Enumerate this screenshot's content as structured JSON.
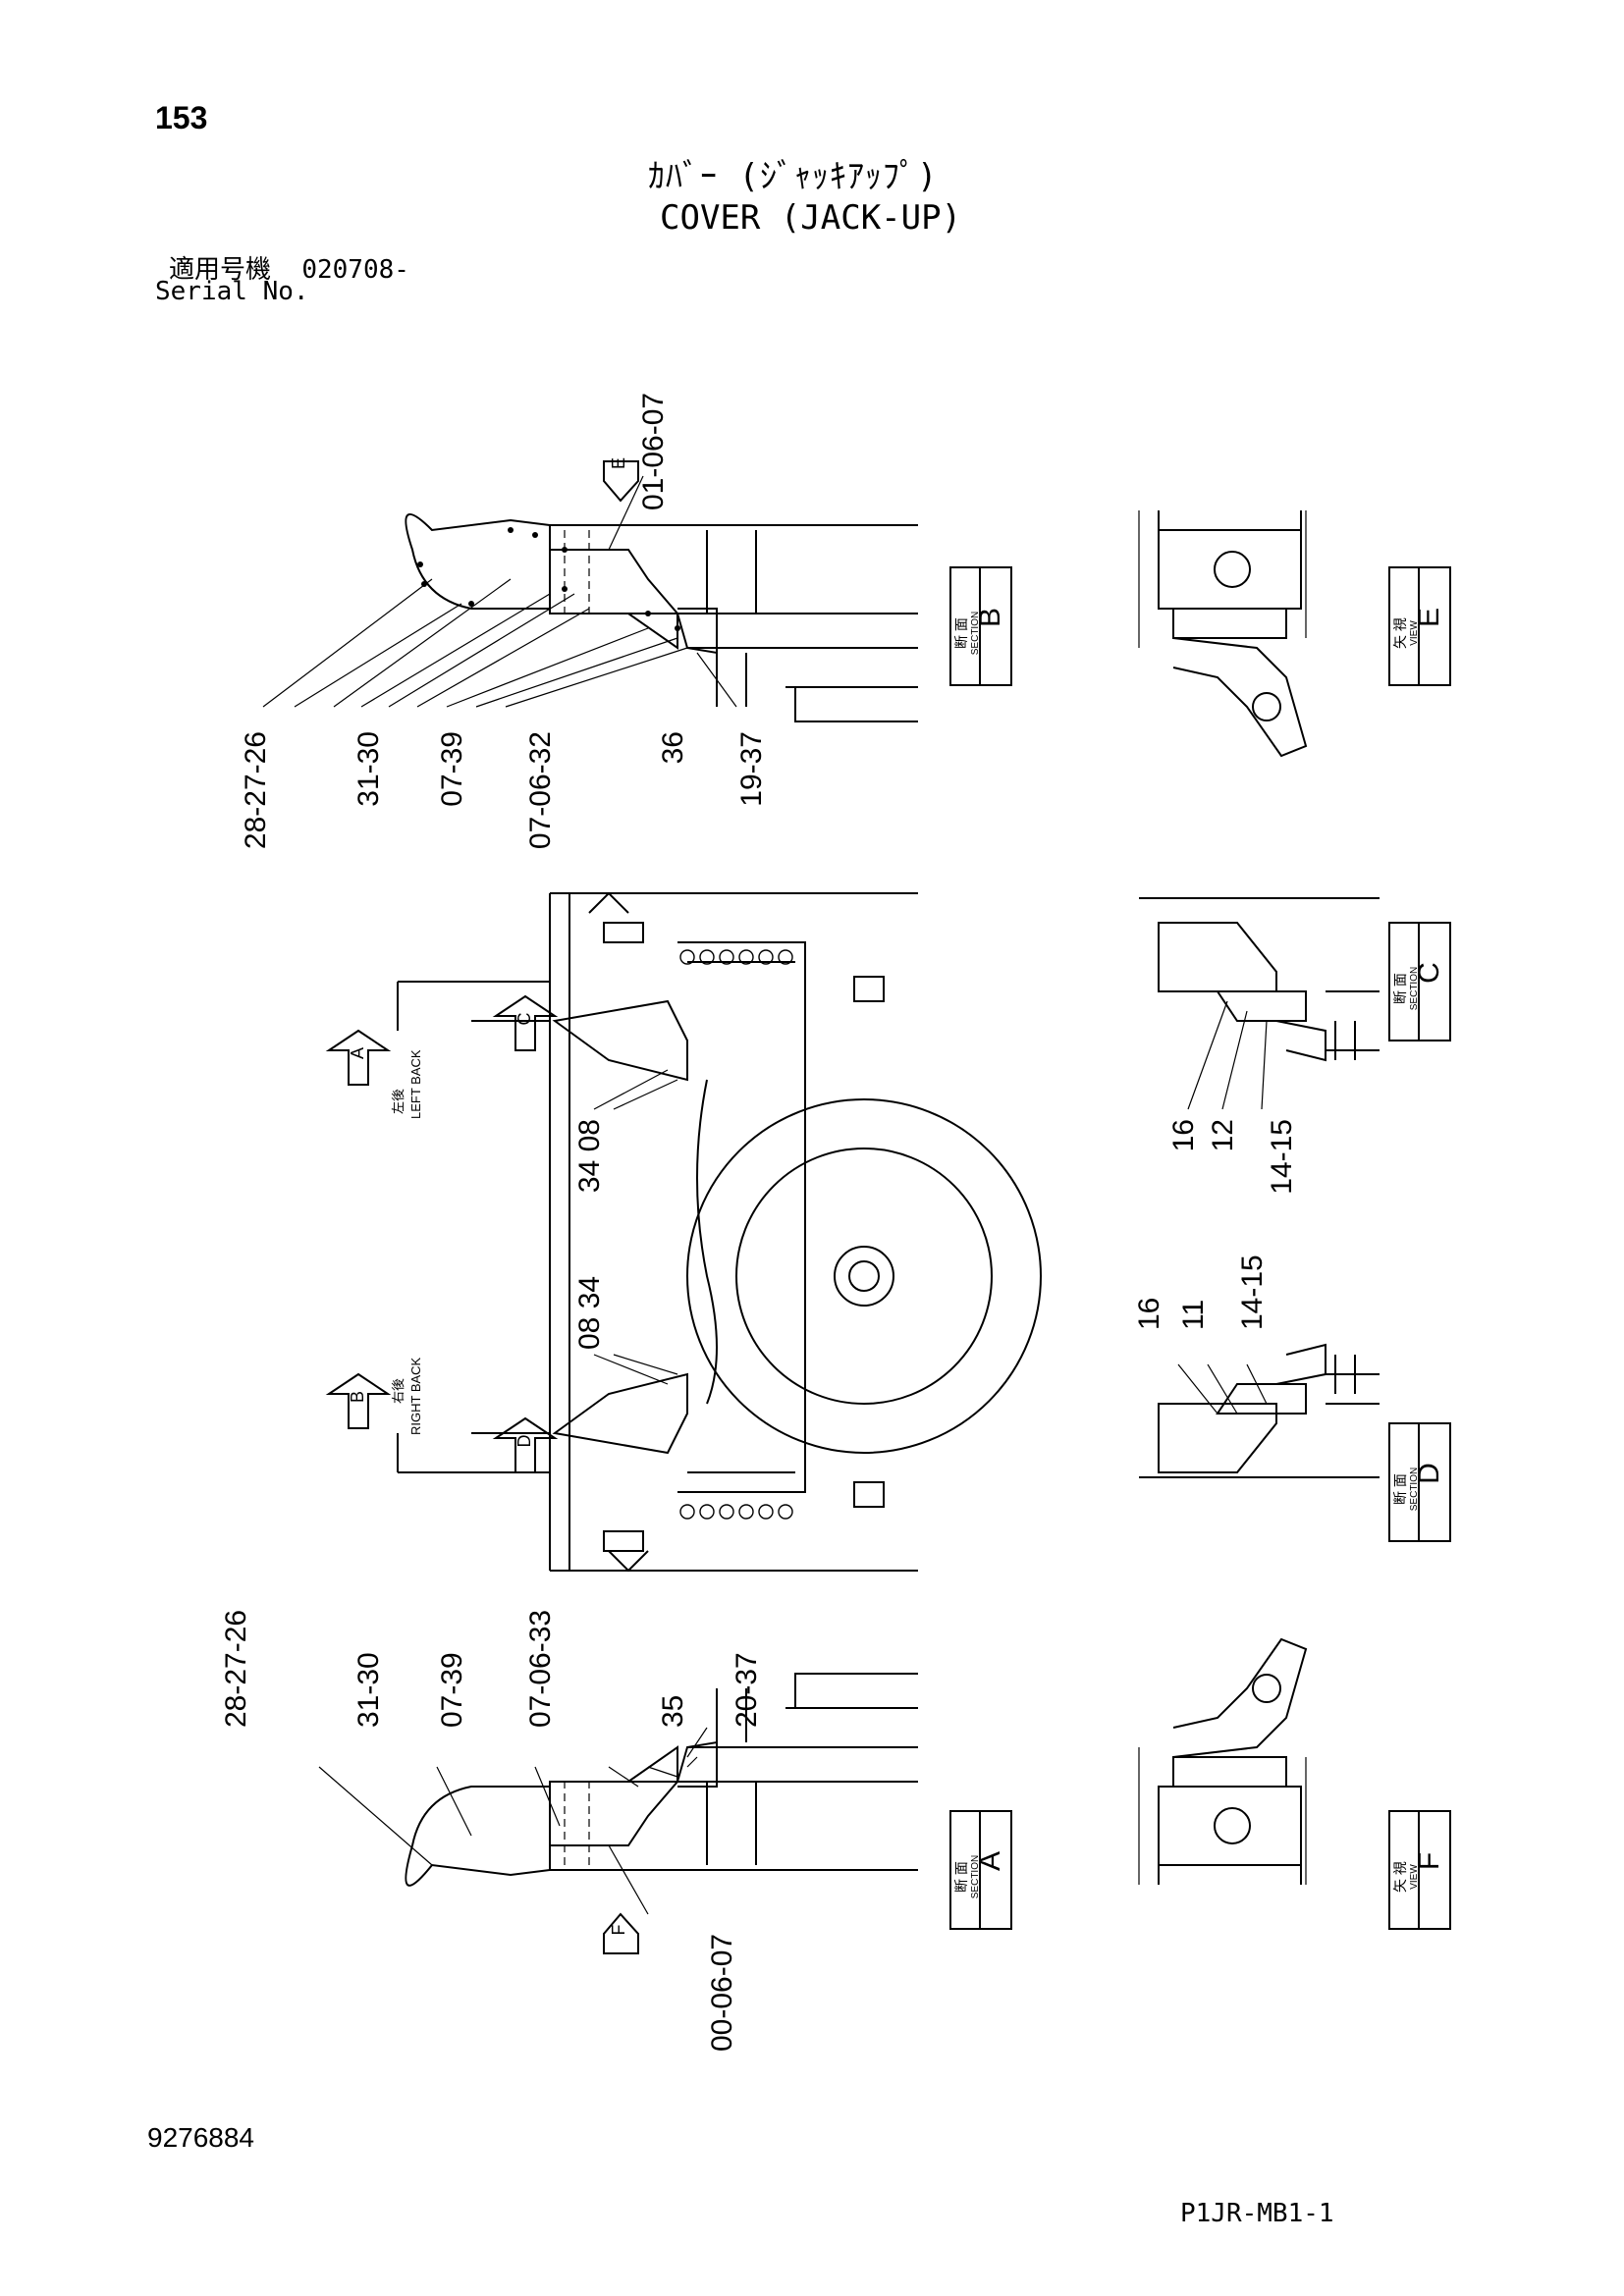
{
  "header": {
    "page_number": "153",
    "title_jp": "ｶﾊﾞｰ (ｼﾞｬｯｷｱｯﾌﾟ)",
    "title_en": "COVER (JACK-UP)",
    "serial_label_jp": "適用号機",
    "serial_value": "020708-",
    "serial_label_en": "Serial No."
  },
  "footer": {
    "document_number": "9276884",
    "page_code": "P1JR-MB1-1"
  },
  "views": {
    "section_b": {
      "jp": "断 面",
      "en": "SECTION",
      "letter": "B"
    },
    "view_e": {
      "jp": "矢 視",
      "en": "VIEW",
      "letter": "E"
    },
    "section_c": {
      "jp": "断 面",
      "en": "SECTION",
      "letter": "C"
    },
    "section_d": {
      "jp": "断 面",
      "en": "SECTION",
      "letter": "D"
    },
    "section_a": {
      "jp": "断 面",
      "en": "SECTION",
      "letter": "A"
    },
    "view_f": {
      "jp": "矢 視",
      "en": "VIEW",
      "letter": "F"
    }
  },
  "arrows": {
    "e": "E",
    "a": "A",
    "c": "C",
    "b": "B",
    "d": "D",
    "f": "F"
  },
  "directions": {
    "left_back_jp": "左後",
    "left_back_en": "LEFT BACK",
    "right_back_jp": "右後",
    "right_back_en": "RIGHT BACK"
  },
  "callouts": {
    "b_top": "01-06-07",
    "b_bottom": [
      "28-27-26",
      "31-30",
      "07-39",
      "07-06-32",
      "36"
    ],
    "b_right": "19-37",
    "c": [
      "16",
      "12",
      "14-15"
    ],
    "mid_upper": "34 08",
    "mid_lower": "08 34",
    "d": [
      "16",
      "11",
      "14-15"
    ],
    "a_top": [
      "28-27-26",
      "31-30",
      "07-39",
      "07-06-33",
      "35",
      "20-37"
    ],
    "a_bottom": "00-06-07"
  }
}
